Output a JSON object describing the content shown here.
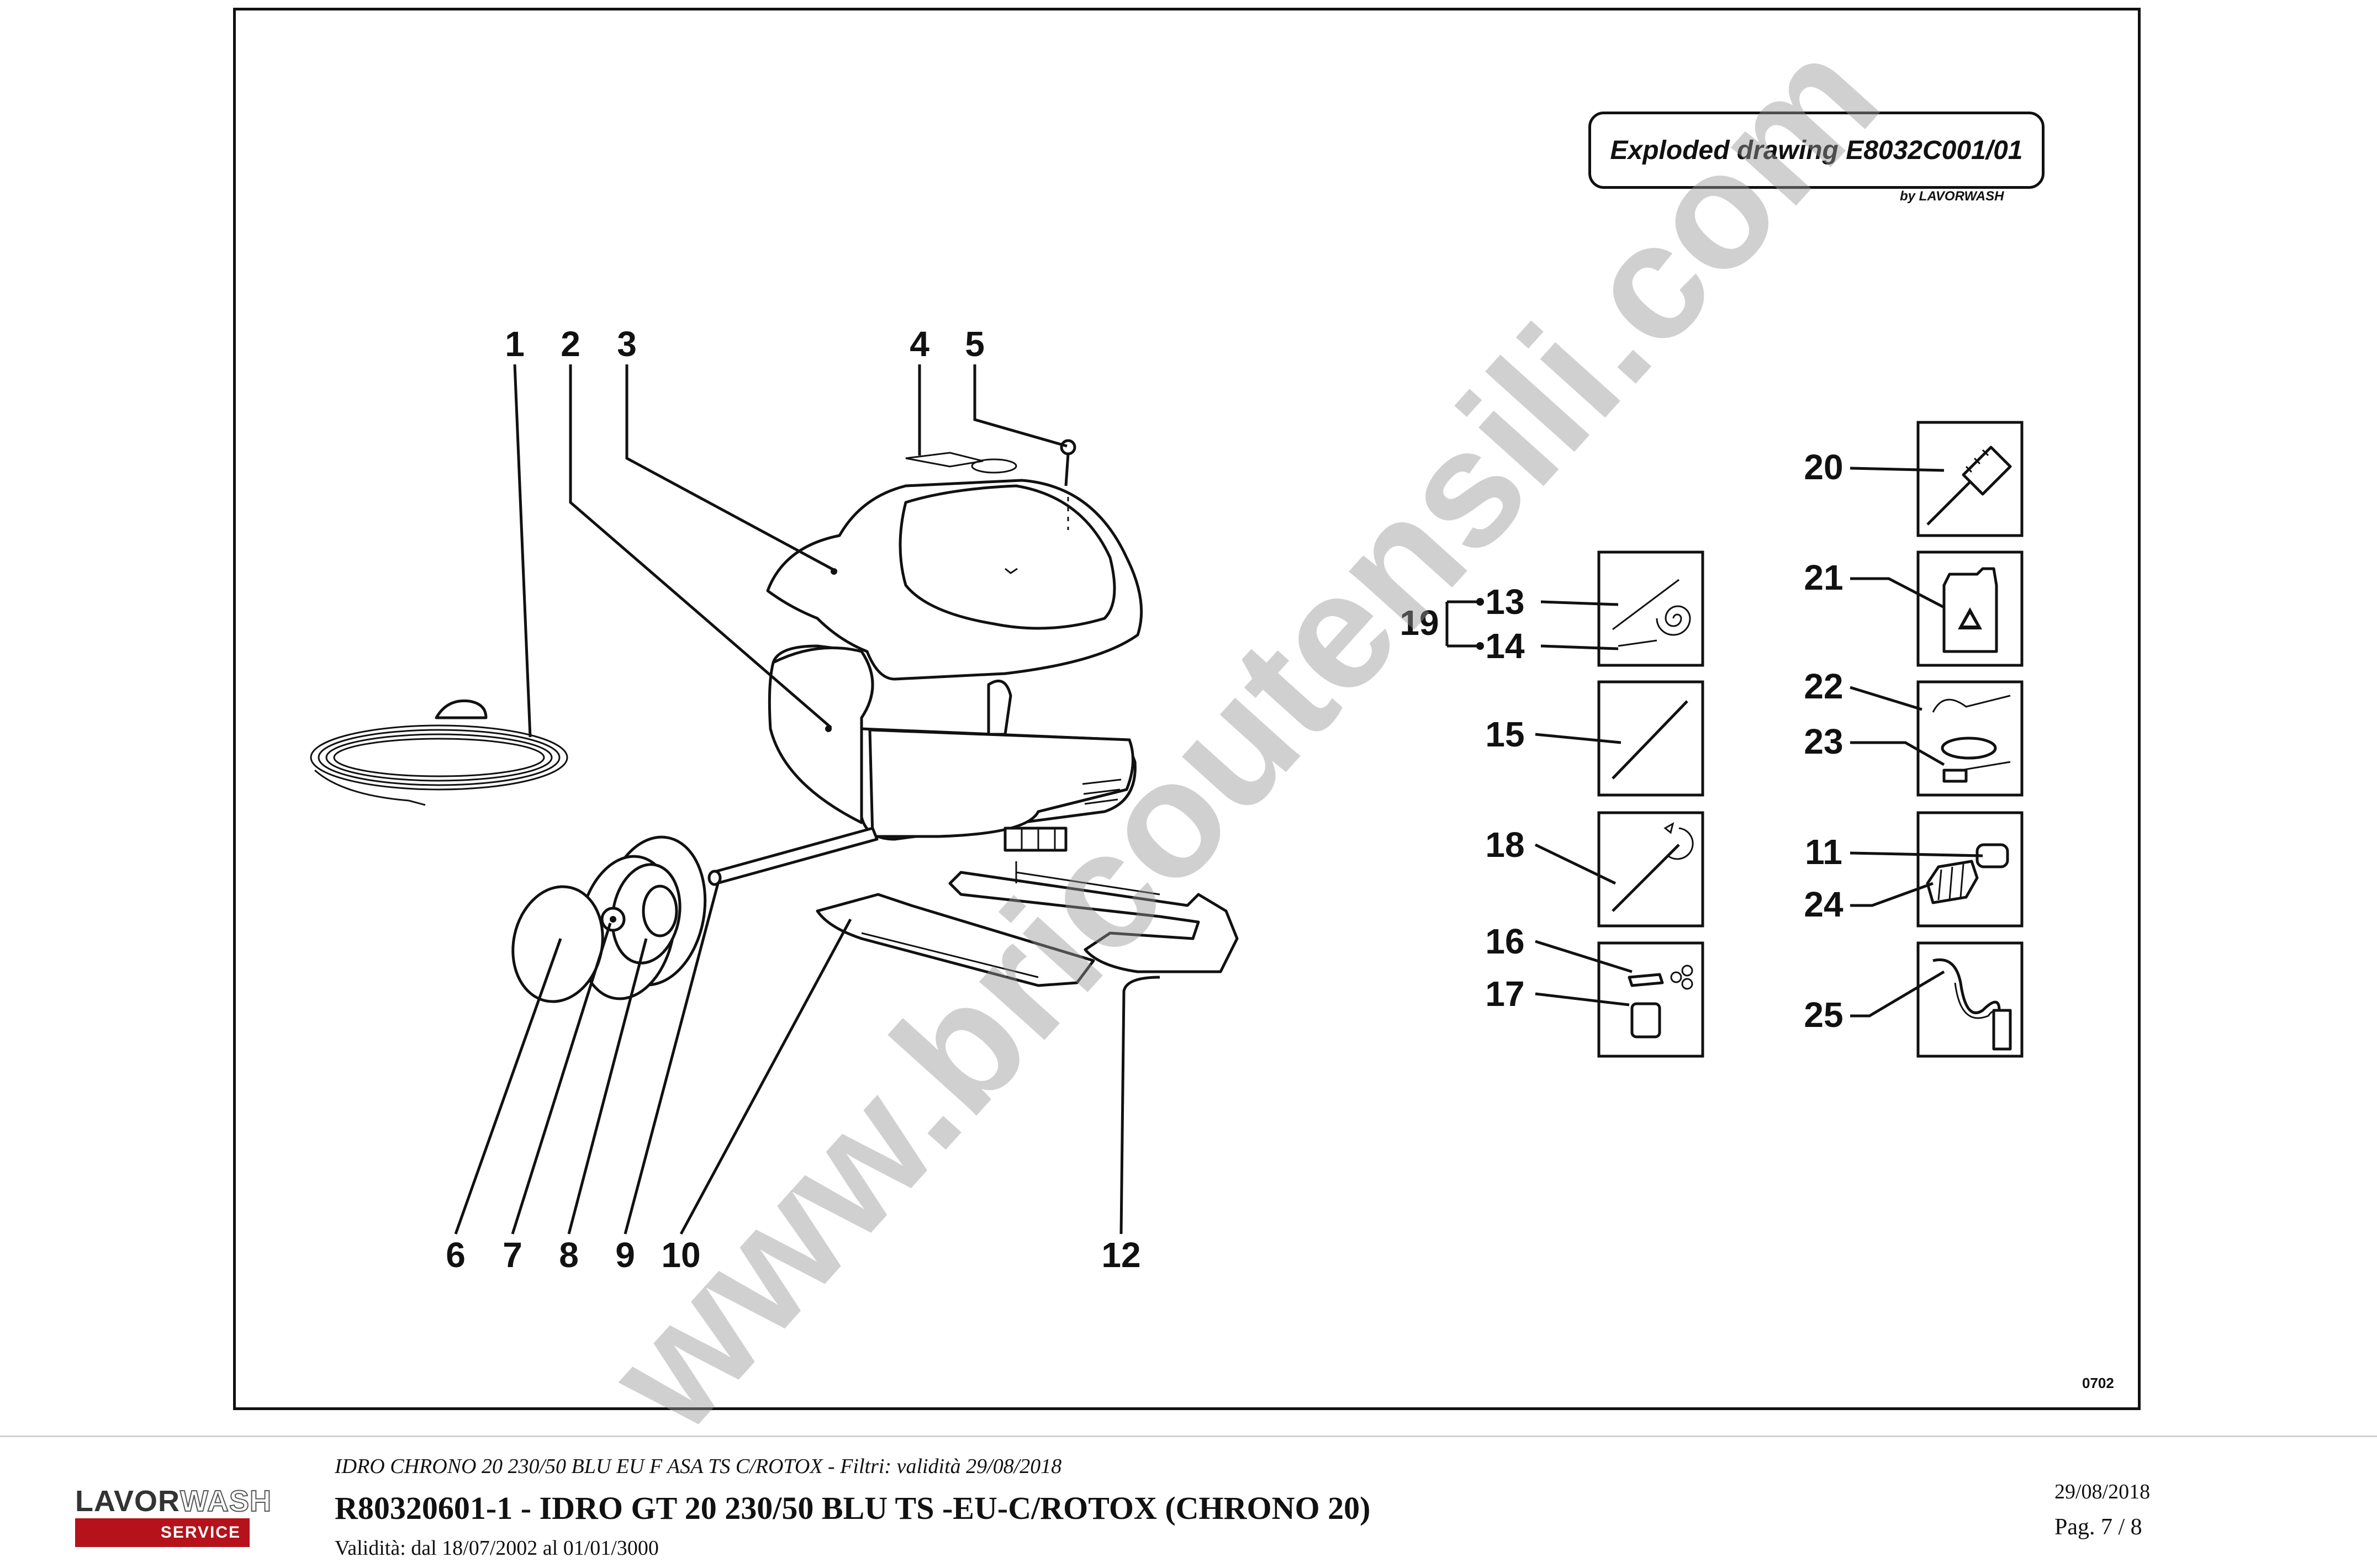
{
  "drawing": {
    "title": "Exploded drawing E8032C001/01",
    "byline": "by LAVORWASH",
    "code": "0702",
    "callouts": [
      "1",
      "2",
      "3",
      "4",
      "5",
      "6",
      "7",
      "8",
      "9",
      "10",
      "11",
      "12",
      "13",
      "14",
      "15",
      "16",
      "17",
      "18",
      "19",
      "20",
      "21",
      "22",
      "23",
      "24",
      "25"
    ]
  },
  "watermark": "www.bricoutensili.com",
  "logo": {
    "top_a": "LAVOR",
    "top_b": "WASH",
    "bottom": "SERVICE"
  },
  "footer": {
    "line1": "IDRO CHRONO 20 230/50 BLU EU F ASA TS C/ROTOX - Filtri: validità 29/08/2018",
    "line2": "R80320601-1 - IDRO GT 20 230/50 BLU TS -EU-C/ROTOX (CHRONO 20)",
    "line3": "Validità: dal 18/07/2002 al 01/01/3000",
    "date": "29/08/2018",
    "page": "Pag. 7 / 8"
  }
}
